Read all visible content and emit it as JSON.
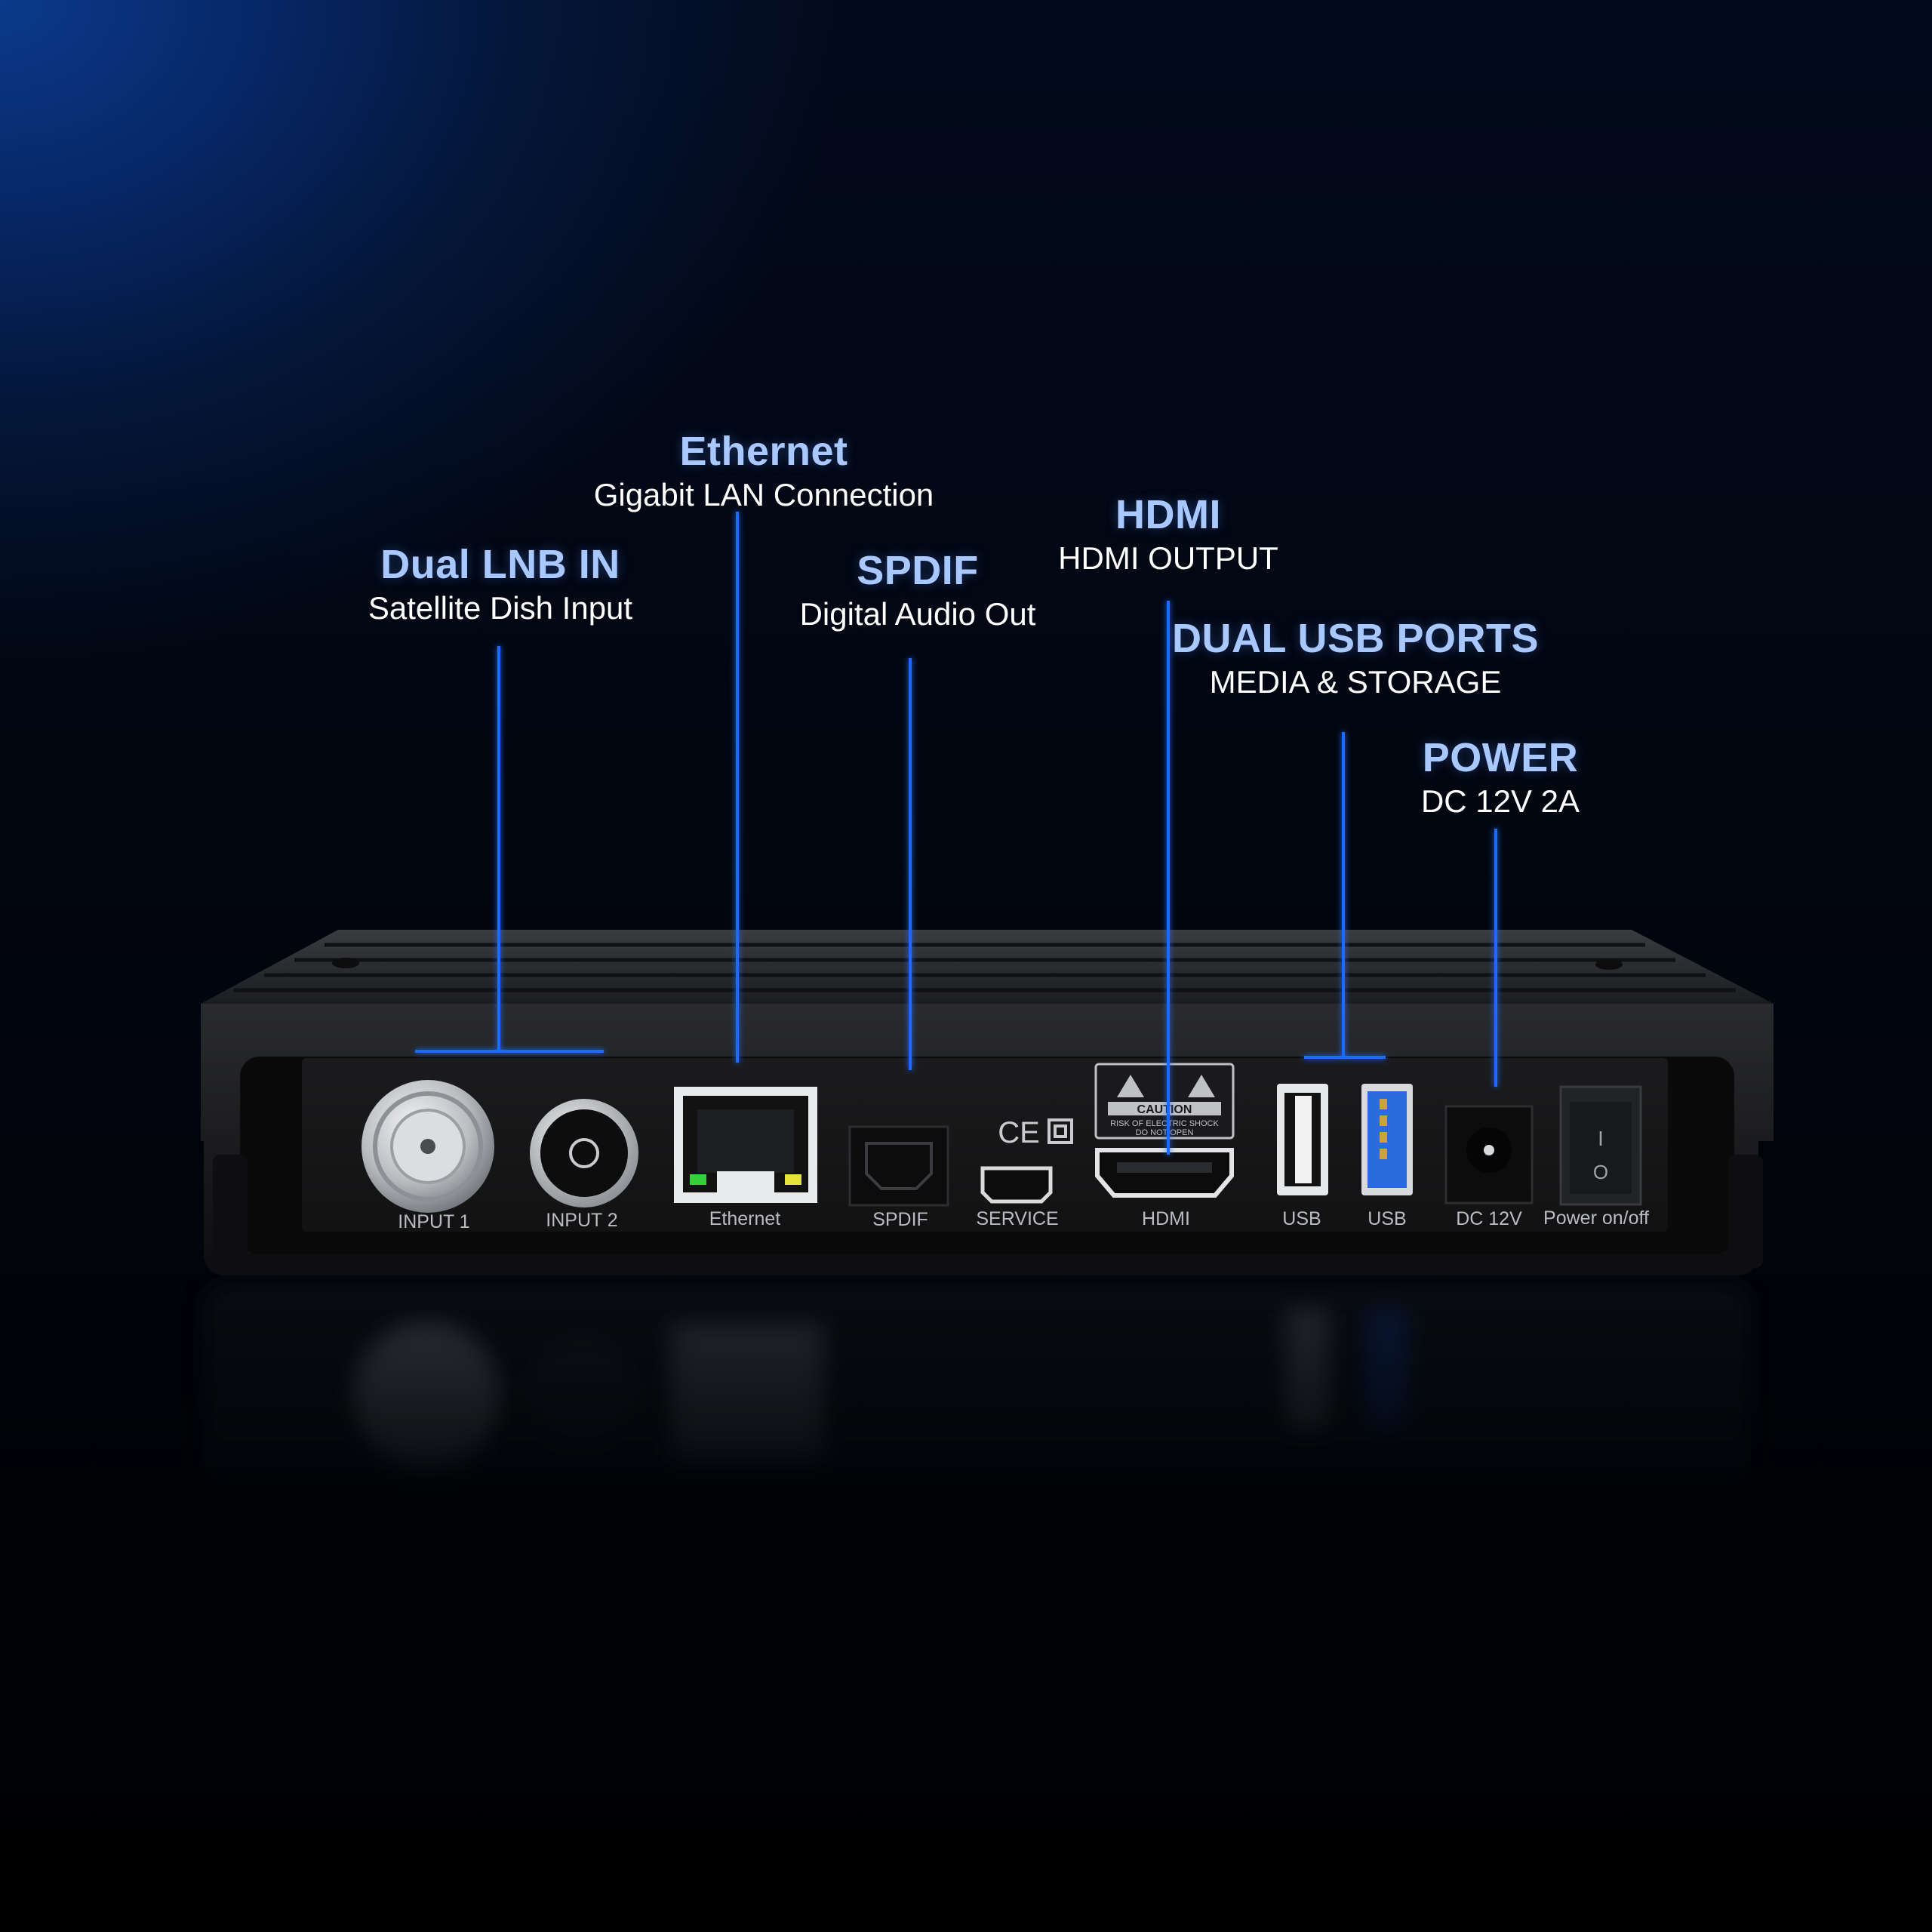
{
  "callouts": {
    "lnb": {
      "title": "Dual LNB IN",
      "subtitle": "Satellite Dish Input"
    },
    "ethernet": {
      "title": "Ethernet",
      "subtitle": "Gigabit LAN Connection"
    },
    "spdif": {
      "title": "SPDIF",
      "subtitle": "Digital Audio Out"
    },
    "hdmi": {
      "title": "HDMI",
      "subtitle": "HDMI OUTPUT"
    },
    "usb": {
      "title": "DUAL USB PORTS",
      "subtitle": "MEDIA & STORAGE"
    },
    "power": {
      "title": "POWER",
      "subtitle": "DC 12V 2A"
    }
  },
  "port_labels": {
    "input1": "INPUT 1",
    "input2": "INPUT 2",
    "ethernet": "Ethernet",
    "spdif": "SPDIF",
    "service": "SERVICE",
    "hdmi": "HDMI",
    "usb1": "USB",
    "usb2": "USB",
    "dc": "DC 12V",
    "power_switch": "Power on/off"
  },
  "panel_marks": {
    "ce": "CE",
    "caution": "CAUTION",
    "caution_line1": "RISK OF ELECTRIC SHOCK",
    "caution_line2": "DO NOT OPEN",
    "switch_on": "I",
    "switch_off": "O"
  },
  "colors": {
    "accent_line": "#1f6bff",
    "title_text": "#a9c8ff",
    "usb3_blue": "#2a6be0",
    "led_green": "#35d13a",
    "led_yellow": "#e6e33a"
  }
}
